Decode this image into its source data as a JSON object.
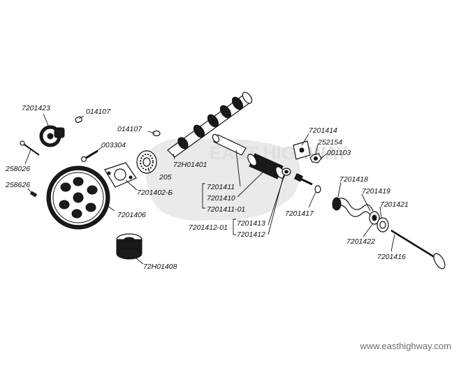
{
  "labels": {
    "l7201423": "7201423",
    "l014107a": "014107",
    "l014107b": "014107",
    "l003304": "003304",
    "l258026": "258026",
    "l258626": "258626",
    "l205": "205",
    "l72H01401": "72H01401",
    "l7201402b": "7201402-Б",
    "l7201406": "7201406",
    "l72H01408": "72H01408",
    "l7201411": "7201411",
    "l7201410": "7201410",
    "l7201411_01": "7201411-01",
    "l7201412_01": "7201412-01",
    "l7201413": "7201413",
    "l7201412": "7201412",
    "l7201414": "7201414",
    "l252154": "252154",
    "l001103": "001103",
    "l7201417": "7201417",
    "l7201418": "7201418",
    "l7201419": "7201419",
    "l7201421": "7201421",
    "l7201422": "7201422",
    "l7201416": "7201416"
  },
  "watermark": {
    "url": "www.easthighway.com",
    "logo_text": "EAST HIGHWAY"
  }
}
